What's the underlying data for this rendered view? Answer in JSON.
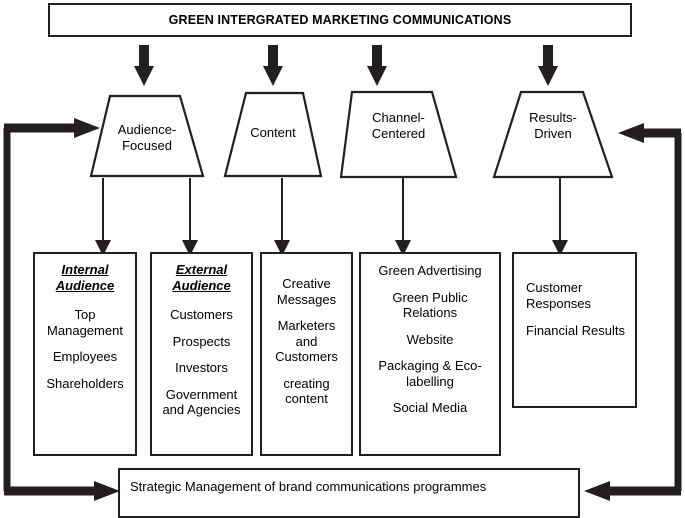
{
  "title": {
    "text": "GREEN INTERGRATED MARKETING COMMUNICATIONS"
  },
  "pillars": [
    {
      "id": "audience-focused",
      "label": "Audience-\nFocused"
    },
    {
      "id": "content",
      "label": "Content"
    },
    {
      "id": "channel-centered",
      "label": "Channel-\nCentered"
    },
    {
      "id": "results-driven",
      "label": "Results-\nDriven"
    }
  ],
  "pillar_labels": {
    "audience_focused_line1": "Audience-",
    "audience_focused_line2": "Focused",
    "content_line1": "Content",
    "channel_centered_line1": "Channel-",
    "channel_centered_line2": "Centered",
    "results_driven_line1": "Results-",
    "results_driven_line2": "Driven"
  },
  "detail_boxes": [
    {
      "id": "internal-audience",
      "heading": "Internal\nAudience",
      "heading_line1": "Internal",
      "heading_line2": "Audience",
      "entries": [
        "Top\nManagement",
        "Employees",
        "Shareholders"
      ],
      "entry_lines": [
        [
          "Top",
          "Management"
        ],
        [
          "Employees"
        ],
        [
          "Shareholders"
        ]
      ]
    },
    {
      "id": "external-audience",
      "heading": "External\nAudience",
      "heading_line1": "External",
      "heading_line2": "Audience",
      "entries": [
        "Customers",
        "Prospects",
        "Investors",
        "Government\nand Agencies"
      ],
      "entry_lines": [
        [
          "Customers"
        ],
        [
          "Prospects"
        ],
        [
          "Investors"
        ],
        [
          "Government",
          "and Agencies"
        ]
      ]
    },
    {
      "id": "content-detail",
      "heading": "",
      "entries": [
        "Creative\nMessages",
        "Marketers\nand\nCustomers",
        "creating\ncontent"
      ],
      "entry_lines": [
        [
          "Creative",
          "Messages"
        ],
        [
          "Marketers",
          "and",
          "Customers"
        ],
        [
          "creating",
          "content"
        ]
      ]
    },
    {
      "id": "channel-detail",
      "heading": "",
      "entries": [
        "Green Advertising",
        "Green Public\nRelations",
        "Website",
        "Packaging & Eco-\nlabelling",
        "Social Media"
      ],
      "entry_lines": [
        [
          "Green Advertising"
        ],
        [
          "Green Public",
          "Relations"
        ],
        [
          "Website"
        ],
        [
          "Packaging & Eco-",
          "labelling"
        ],
        [
          "Social Media"
        ]
      ]
    },
    {
      "id": "results-detail",
      "heading": "",
      "entries": [
        "Customer\nResponses",
        "Financial Results"
      ],
      "entry_lines": [
        [
          "Customer",
          "Responses"
        ],
        [
          "Financial Results"
        ]
      ]
    }
  ],
  "footer": {
    "text": "Strategic Management of brand communications programmes"
  },
  "connectors": {
    "title_to_pillar": "thick-down-arrow",
    "pillar_to_detail": "thin-down-arrow",
    "left_feedback": "thick-loop-arrow-into-audience-focused",
    "right_feedback": "thick-loop-arrow-into-results-driven",
    "footer_left_inflow": "thick-right-arrow",
    "footer_right_inflow": "thick-left-arrow"
  },
  "colors": {
    "stroke": "#231f20",
    "background": "#ffffff",
    "text": "#000000"
  }
}
